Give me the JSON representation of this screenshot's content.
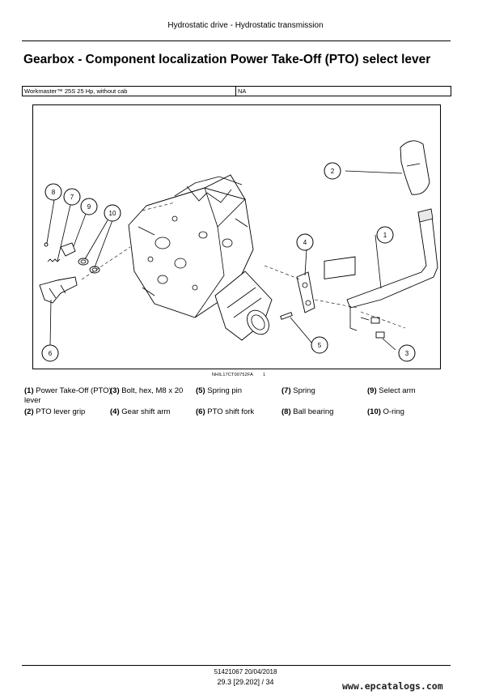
{
  "header": {
    "section": "Hydrostatic drive - Hydrostatic transmission"
  },
  "title": "Gearbox - Component localization Power Take-Off (PTO) select lever",
  "applicability": {
    "model": "Workmaster™ 25S 25 Hp, without cab",
    "value": "NA"
  },
  "figure": {
    "caption_code": "NHIL17CT00752FA",
    "caption_number": "1",
    "callouts": [
      "1",
      "2",
      "3",
      "4",
      "5",
      "6",
      "7",
      "8",
      "9",
      "10"
    ]
  },
  "legend": [
    {
      "num": "(1)",
      "text": "Power Take-Off (PTO) lever"
    },
    {
      "num": "(3)",
      "text": "Bolt, hex, M8 x 20"
    },
    {
      "num": "(5)",
      "text": "Spring pin"
    },
    {
      "num": "(7)",
      "text": "Spring"
    },
    {
      "num": "(9)",
      "text": "Select arm"
    },
    {
      "num": "(2)",
      "text": "PTO lever grip"
    },
    {
      "num": "(4)",
      "text": "Gear shift arm"
    },
    {
      "num": "(6)",
      "text": "PTO shift fork"
    },
    {
      "num": "(8)",
      "text": "Ball bearing"
    },
    {
      "num": "(10)",
      "text": "O-ring"
    }
  ],
  "footer": {
    "doc": "51421067 20/04/2018",
    "page": "29.3 [29.202] / 34",
    "watermark": "www.epcatalogs.com"
  }
}
